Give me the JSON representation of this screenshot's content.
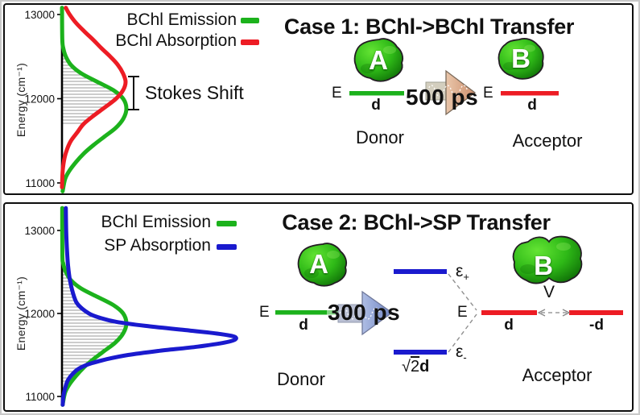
{
  "figure": {
    "panel1": {
      "title": "Case 1: BChl->BChl Transfer",
      "stokes_label": "Stokes Shift",
      "transfer_time": "500 ps",
      "donor": {
        "molecule": "A",
        "energy_label": "E",
        "dipole_label": "d",
        "role_label": "Donor"
      },
      "acceptor": {
        "molecule": "B",
        "energy_label": "E",
        "dipole_label": "d",
        "role_label": "Acceptor"
      }
    },
    "panel2": {
      "title": "Case 2: BChl->SP Transfer",
      "transfer_time": "300 ps",
      "donor": {
        "molecule": "A",
        "energy_label": "E",
        "dipole_label": "d",
        "role_label": "Donor"
      },
      "acceptor": {
        "molecule": "B",
        "role_label": "Acceptor",
        "dipole_left": "d",
        "dipole_right": "-d",
        "coupling_label": "V"
      },
      "exciton": {
        "upper": {
          "base": "ε",
          "sub": "+"
        },
        "lower": {
          "base": "ε",
          "sub": "-"
        },
        "center_label": "E",
        "sqrt": {
          "radical": "√",
          "radicand": "2",
          "dipole": "d"
        }
      }
    }
  },
  "chart_data": [
    {
      "type": "line",
      "title": "Case 1: BChl->BChl Transfer",
      "orientation": "intensity vs vertical energy axis",
      "ylabel": "Energy (cm⁻¹)",
      "yticks": [
        13000,
        12000,
        11000
      ],
      "ylim": [
        11000,
        13000
      ],
      "xlabel": "",
      "legend_position": "top-left",
      "hatched_overlap": true,
      "annotations": [
        {
          "label": "Stokes Shift",
          "from_energy": 12200,
          "to_energy": 11880
        }
      ],
      "series": [
        {
          "name": "BChl Emission",
          "color": "#1cb21c",
          "peak_energy": 11880,
          "points": [
            [
              13080,
              0.0
            ],
            [
              12700,
              0.005
            ],
            [
              12600,
              0.02
            ],
            [
              12500,
              0.06
            ],
            [
              12400,
              0.14
            ],
            [
              12300,
              0.3
            ],
            [
              12200,
              0.55
            ],
            [
              12100,
              0.8
            ],
            [
              12000,
              0.95
            ],
            [
              11880,
              1.0
            ],
            [
              11760,
              0.95
            ],
            [
              11650,
              0.83
            ],
            [
              11550,
              0.66
            ],
            [
              11450,
              0.49
            ],
            [
              11350,
              0.34
            ],
            [
              11250,
              0.22
            ],
            [
              11150,
              0.12
            ],
            [
              11050,
              0.05
            ],
            [
              10900,
              0.01
            ]
          ]
        },
        {
          "name": "BChl Absorption",
          "color": "#ed1c24",
          "peak_energy": 12200,
          "points": [
            [
              13080,
              0.06
            ],
            [
              13000,
              0.12
            ],
            [
              12900,
              0.22
            ],
            [
              12800,
              0.35
            ],
            [
              12700,
              0.49
            ],
            [
              12600,
              0.62
            ],
            [
              12500,
              0.76
            ],
            [
              12400,
              0.88
            ],
            [
              12300,
              0.96
            ],
            [
              12200,
              1.0
            ],
            [
              12100,
              0.96
            ],
            [
              12000,
              0.85
            ],
            [
              11900,
              0.68
            ],
            [
              11800,
              0.5
            ],
            [
              11700,
              0.34
            ],
            [
              11600,
              0.24
            ],
            [
              11500,
              0.14
            ],
            [
              11400,
              0.08
            ],
            [
              11300,
              0.04
            ],
            [
              11150,
              0.012
            ],
            [
              10950,
              0.0
            ]
          ]
        }
      ]
    },
    {
      "type": "line",
      "title": "Case 2: BChl->SP Transfer",
      "orientation": "intensity vs vertical energy axis",
      "ylabel": "Energy (cm⁻¹)",
      "yticks": [
        13000,
        12000,
        11000
      ],
      "ylim": [
        11000,
        13000
      ],
      "xlabel": "",
      "legend_position": "top-left",
      "hatched_overlap": true,
      "annotations": [],
      "series": [
        {
          "name": "BChl Emission",
          "color": "#1cb21c",
          "peak_energy": 11880,
          "points": [
            [
              13270,
              0.004
            ],
            [
              12700,
              0.006
            ],
            [
              12600,
              0.02
            ],
            [
              12500,
              0.06
            ],
            [
              12400,
              0.14
            ],
            [
              12300,
              0.3
            ],
            [
              12200,
              0.55
            ],
            [
              12100,
              0.8
            ],
            [
              12000,
              0.95
            ],
            [
              11880,
              1.0
            ],
            [
              11760,
              0.95
            ],
            [
              11650,
              0.83
            ],
            [
              11550,
              0.66
            ],
            [
              11450,
              0.49
            ],
            [
              11350,
              0.34
            ],
            [
              11250,
              0.22
            ],
            [
              11150,
              0.12
            ],
            [
              11050,
              0.05
            ],
            [
              10900,
              0.01
            ]
          ]
        },
        {
          "name": "SP Absorption",
          "color": "#1a1ace",
          "peak_energy": 11710,
          "points": [
            [
              13270,
              0.022
            ],
            [
              13000,
              0.024
            ],
            [
              12800,
              0.028
            ],
            [
              12600,
              0.034
            ],
            [
              12400,
              0.046
            ],
            [
              12200,
              0.07
            ],
            [
              12100,
              0.095
            ],
            [
              12000,
              0.155
            ],
            [
              11950,
              0.215
            ],
            [
              11900,
              0.31
            ],
            [
              11850,
              0.48
            ],
            [
              11800,
              0.71
            ],
            [
              11750,
              0.92
            ],
            [
              11710,
              1.0
            ],
            [
              11660,
              0.96
            ],
            [
              11600,
              0.78
            ],
            [
              11550,
              0.56
            ],
            [
              11500,
              0.38
            ],
            [
              11450,
              0.26
            ],
            [
              11400,
              0.17
            ],
            [
              11350,
              0.11
            ],
            [
              11300,
              0.075
            ],
            [
              11200,
              0.035
            ],
            [
              11100,
              0.018
            ],
            [
              11000,
              0.008
            ],
            [
              10900,
              0.004
            ]
          ]
        }
      ]
    }
  ]
}
